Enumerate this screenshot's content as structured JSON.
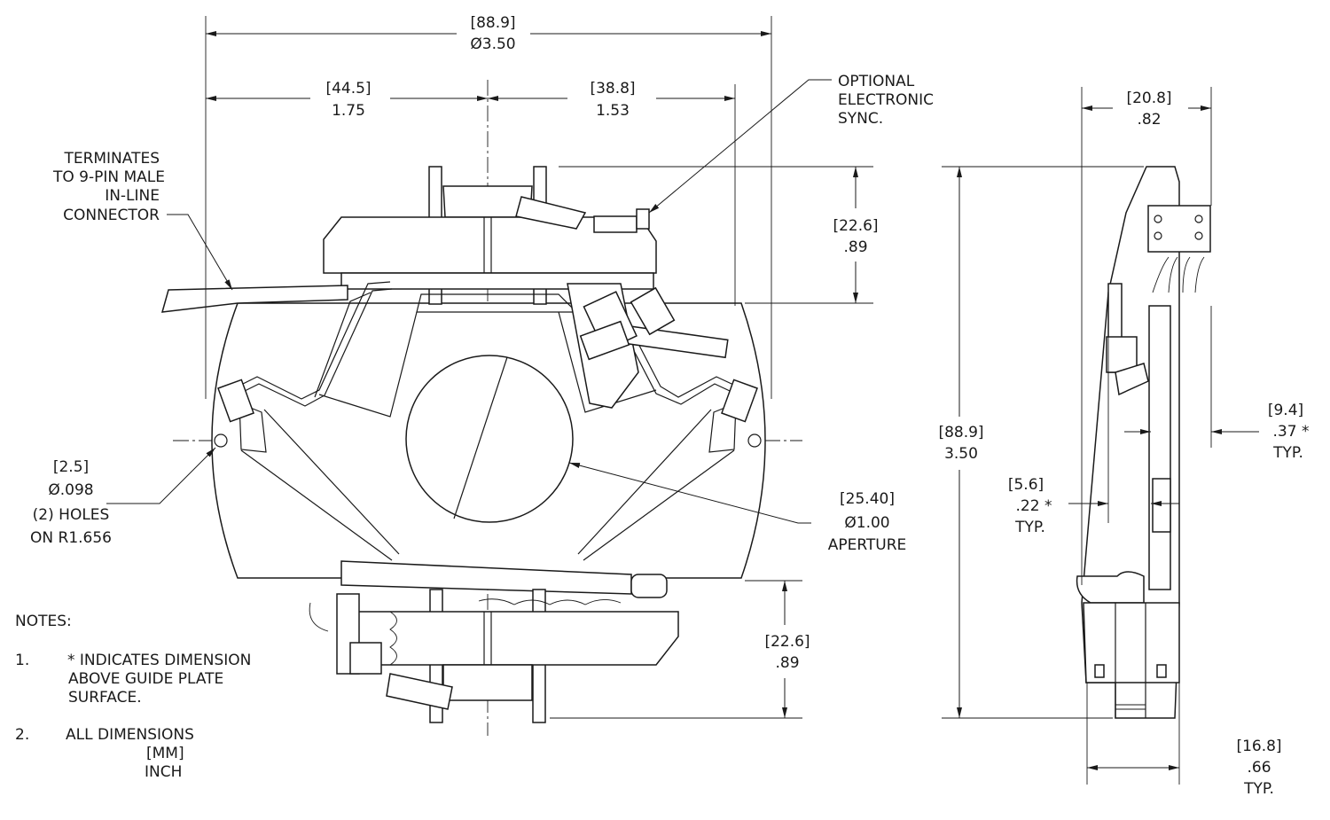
{
  "dimensions": {
    "overall_width": {
      "mm": "[88.9]",
      "inch": "Ø3.50"
    },
    "left_half": {
      "mm": "[44.5]",
      "inch": "1.75"
    },
    "right_half": {
      "mm": "[38.8]",
      "inch": "1.53"
    },
    "top_height": {
      "mm": "[22.6]",
      "inch": ".89"
    },
    "bottom_height": {
      "mm": "[22.6]",
      "inch": ".89"
    },
    "overall_height": {
      "mm": "[88.9]",
      "inch": "3.50"
    },
    "side_width": {
      "mm": "[20.8]",
      "inch": ".82"
    },
    "right_offset": {
      "mm": "[9.4]",
      "inch": ".37 *",
      "note": "TYP."
    },
    "left_offset": {
      "mm": "[5.6]",
      "inch": ".22 *",
      "note": "TYP."
    },
    "bottom_width": {
      "mm": "[16.8]",
      "inch": ".66",
      "note": "TYP."
    }
  },
  "callouts": {
    "connector": [
      "TERMINATES",
      "TO 9-PIN MALE",
      "IN-LINE",
      "CONNECTOR"
    ],
    "sync": [
      "OPTIONAL",
      "ELECTRONIC",
      "SYNC."
    ],
    "holes": [
      "[2.5]",
      "Ø.098",
      "(2) HOLES",
      "ON R1.656"
    ],
    "aperture": [
      "[25.40]",
      "Ø1.00",
      "APERTURE"
    ]
  },
  "notes": {
    "heading": "NOTES:",
    "items": [
      {
        "num": "1.",
        "lines": [
          "* INDICATES DIMENSION",
          "ABOVE GUIDE PLATE",
          "SURFACE."
        ]
      },
      {
        "num": "2.",
        "lines": [
          "ALL DIMENSIONS",
          "[MM]",
          "INCH"
        ]
      }
    ]
  }
}
